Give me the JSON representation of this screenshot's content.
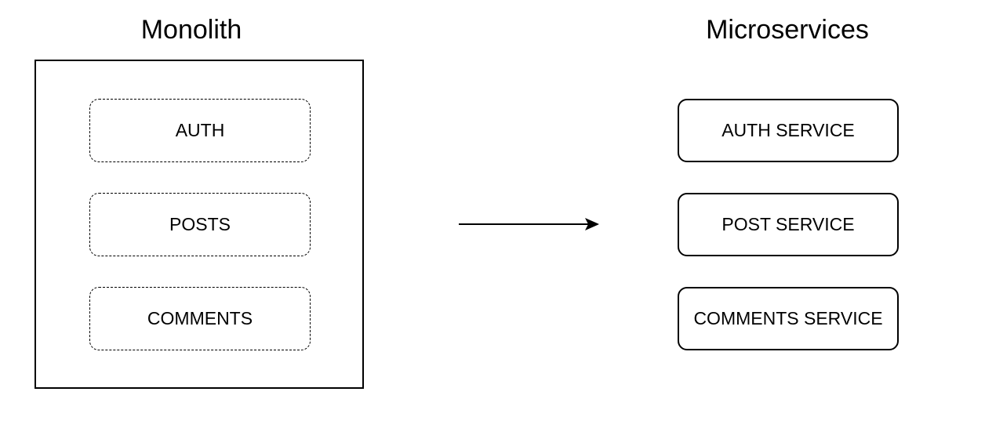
{
  "monolith": {
    "title": "Monolith",
    "modules": [
      "AUTH",
      "POSTS",
      "COMMENTS"
    ]
  },
  "microservices": {
    "title": "Microservices",
    "services": [
      "AUTH SERVICE",
      "POST SERVICE",
      "COMMENTS SERVICE"
    ]
  },
  "arrow": {
    "icon": "right-arrow-icon",
    "color": "#000000"
  },
  "colors": {
    "stroke": "#000000",
    "background": "#ffffff"
  }
}
